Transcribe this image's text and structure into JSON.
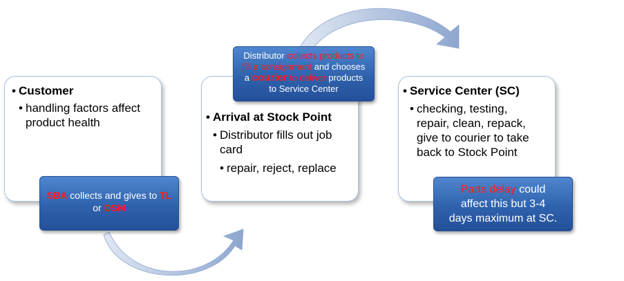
{
  "stages": [
    {
      "title": "Customer",
      "lines": [
        "handling factors affect",
        "product health"
      ]
    },
    {
      "title": "Arrival at Stock Point",
      "lines": [
        "Distributor fills out job",
        "card",
        "repair, reject, replace"
      ]
    },
    {
      "title": "Service Center (SC)",
      "lines": [
        "checking, testing,",
        "repair, clean, repack,",
        "give to courier to take",
        "back to Stock Point"
      ]
    }
  ],
  "notes": {
    "customer": {
      "sba": "SBA",
      "text1": " collects and gives to ",
      "tl": "TL",
      "or": "or ",
      "dsm": "DSM"
    },
    "distributor": {
      "p1": "Distributor ",
      "r1": "collects products to",
      "r2": "fill a consignment",
      "p2": " and chooses",
      "p3": "a ",
      "courier": "courier",
      "r3": " to deliver",
      "p4": " products",
      "p5": "to Service Center"
    },
    "service": {
      "red": "Parts delay",
      "l1": " could",
      "l2": "affect this but 3-4",
      "l3": "days maximum at SC."
    }
  },
  "colors": {
    "highlight_red": "#ff1a1a",
    "note_blue": "#2f62ad",
    "card_border": "#a9bfe0",
    "arrow": "#8ea6cf"
  }
}
